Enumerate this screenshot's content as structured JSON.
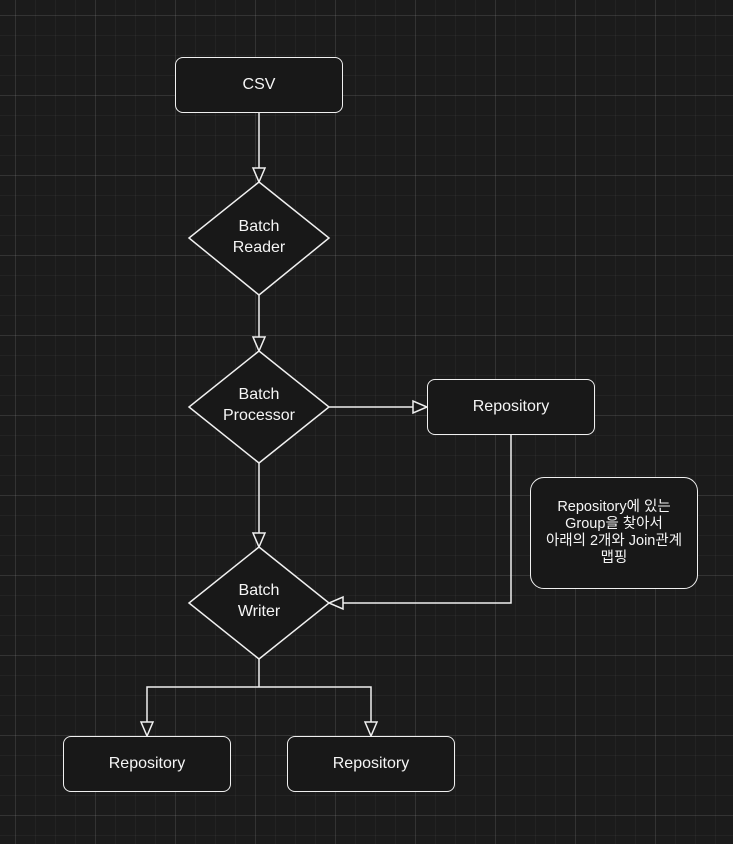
{
  "nodes": {
    "csv": "CSV",
    "batch_reader": [
      "Batch",
      "Reader"
    ],
    "batch_processor": [
      "Batch",
      "Processor"
    ],
    "batch_writer": [
      "Batch",
      "Writer"
    ],
    "repository_top": "Repository",
    "repository_left": "Repository",
    "repository_right": "Repository"
  },
  "note": {
    "lines": [
      "Repository에 있는",
      "Group을 찾아서",
      "아래의 2개와 Join관계",
      "맵핑"
    ]
  },
  "colors": {
    "background": "#1b1b1b",
    "stroke": "#f0f0f0",
    "text": "#f5f5f5"
  }
}
